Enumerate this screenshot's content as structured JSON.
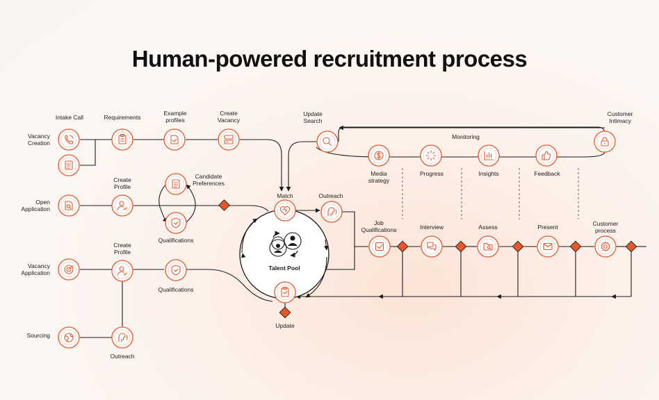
{
  "title": "Human-powered recruitment process",
  "labels": {
    "intake_call": "Intake Call",
    "requirements": "Requirements",
    "example_profiles_1": "Example",
    "example_profiles_2": "profiles",
    "create_vacancy_1": "Create",
    "create_vacancy_2": "Vacancy",
    "update_search_1": "Update",
    "update_search_2": "Search",
    "customer_intimacy_1": "Customer",
    "customer_intimacy_2": "Intimacy",
    "vacancy_creation_1": "Vacancy",
    "vacancy_creation_2": "Creation",
    "monitoring": "Monitoring",
    "media_strategy_1": "Media",
    "media_strategy_2": "strategy",
    "progress": "Progress",
    "insights": "Insights",
    "feedback": "Feedback",
    "candidate_preferences_1": "Candidate",
    "candidate_preferences_2": "Preferences",
    "create_profile_a_1": "Create",
    "create_profile_a_2": "Profile",
    "open_application_1": "Open",
    "open_application_2": "Application",
    "match": "Match",
    "outreach_top": "Outreach",
    "qualifications_a": "Qualifications",
    "talent_pool": "Talent Pool",
    "job_qualifications_1": "Job",
    "job_qualifications_2": "Qualifications",
    "interview": "Interview",
    "assess": "Assess",
    "present": "Present",
    "customer_process_1": "Customer",
    "customer_process_2": "process",
    "create_profile_b_1": "Create",
    "create_profile_b_2": "Profile",
    "vacancy_application_1": "Vacancy",
    "vacancy_application_2": "Application",
    "qualifications_b": "Qualifications",
    "update": "Update",
    "sourcing": "Sourcing",
    "outreach_bottom": "Outreach"
  },
  "icons": {
    "intake": "phone-icon",
    "vacancy_doc": "document-icon",
    "requirements": "clipboard-icon",
    "example_profiles": "file-check-icon",
    "create_vacancy": "form-icon",
    "update_search": "search-icon",
    "customer_intimacy": "lock-icon",
    "media_strategy": "dollar-icon",
    "progress": "loader-icon",
    "insights": "bar-chart-icon",
    "feedback": "thumbs-up-icon",
    "open_application": "search-document-icon",
    "create_profile_a": "user-check-icon",
    "candidate_preferences": "document-icon",
    "qualifications_a": "shield-check-icon",
    "match": "heart-handshake-icon",
    "outreach_top": "voice-icon",
    "talent_pool": "users-icon",
    "update": "clipboard-check-icon",
    "job_qualifications": "checkbox-icon",
    "interview": "chat-icon",
    "assess": "folder-search-icon",
    "present": "mail-icon",
    "customer_process": "gear-icon",
    "vacancy_application": "target-icon",
    "create_profile_b": "user-check-icon",
    "qualifications_b": "shield-check-icon",
    "sourcing": "globe-icon",
    "outreach_bottom": "voice-icon"
  },
  "colors": {
    "accent": "#e8562a",
    "ink": "#1a1a1a"
  }
}
